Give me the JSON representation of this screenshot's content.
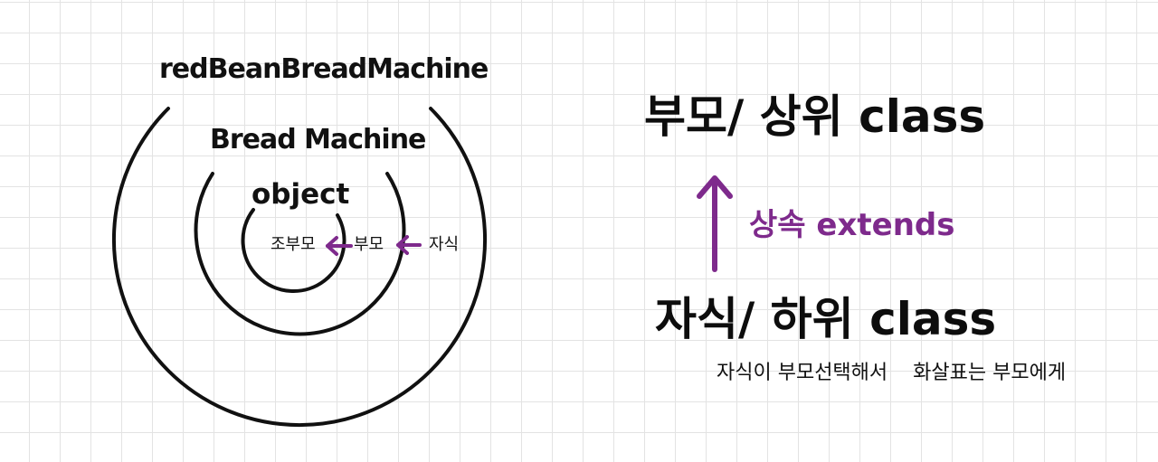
{
  "nested_diagram": {
    "outer_label": "redBeanBreadMachine",
    "middle_label": "Bread Machine",
    "inner_label": "object",
    "grandparent_label": "조부모",
    "parent_label": "부모",
    "child_label": "자식"
  },
  "inheritance": {
    "top_label": "부모/ 상위 class",
    "bottom_label": "자식/ 하위 class",
    "arrow_label": "상속 extends",
    "note_part1": "자식이 부모선택해서",
    "note_part2": "화살표는 부모에게"
  },
  "colors": {
    "ink": "#111111",
    "accent": "#7e2a8c",
    "grid": "#e3e3e3",
    "background": "#ffffff"
  }
}
